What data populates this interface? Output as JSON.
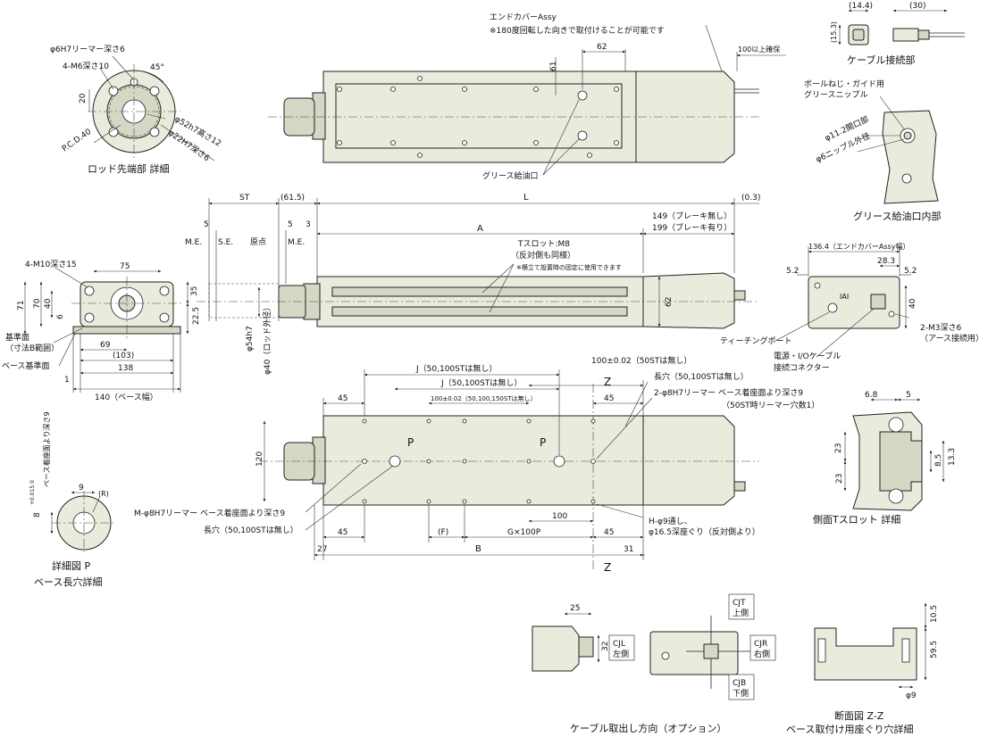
{
  "rod_detail": {
    "l1": "φ6H7リーマー深さ6",
    "l2": "4-M6深さ10",
    "l3": "45°",
    "l4": "20",
    "l5": "φ52h7高さ12",
    "l6": "φ22H7深さ6",
    "l7": "P.C.D.40",
    "title": "ロッド先端部 詳細"
  },
  "top_view": {
    "cover": "エンドカバーAssy",
    "note": "※180度回転した向きで取付けることが可能です",
    "d61": "61",
    "d62": "62",
    "d100": "100以上確保",
    "grease": "グリース給油口"
  },
  "cable_detail": {
    "d144": "(14.4)",
    "d30": "(30)",
    "d153": "(15.3)",
    "title": "ケーブル接続部"
  },
  "grease_detail": {
    "l1": "ボールねじ・ガイド用",
    "l2": "グリースニップル",
    "l3": "φ11.2開口部",
    "l4": "φ6ニップル外径",
    "title": "グリース給油口内部"
  },
  "side_view": {
    "st": "ST",
    "d615": "(61.5)",
    "L": "L",
    "d03": "(0.3)",
    "d5a": "5",
    "d5b": "5",
    "d3": "3",
    "me1": "M.E.",
    "se": "S.E.",
    "genten": "原点",
    "me2": "M.E.",
    "A": "A",
    "b149": "149（ブレーキ無し）",
    "b199": "199（ブレーキ有り）",
    "tslot1": "Tスロット:M8",
    "tslot2": "（反対側も同様）",
    "tslot3": "※横立て設置時の固定に使用できます",
    "d62": "62",
    "phi54": "φ54h7",
    "phi40": "φ40（ロッド外径）"
  },
  "front_view": {
    "m10": "4-M10深さ15",
    "d75": "75",
    "d71": "71",
    "d70": "70",
    "d40": "40",
    "d6": "6",
    "d35": "35",
    "d225": "22.5",
    "kijun1": "基準面",
    "kijun2": "（寸法B範囲）",
    "base": "ベース基準面",
    "d69": "69",
    "d103": "(103)",
    "d138": "138",
    "d1": "1",
    "d140": "140（ベース幅）"
  },
  "end_view": {
    "d1364": "136.4（エンドカバーAssy幅）",
    "d52a": "5.2",
    "d283": "28.3",
    "d52b": "5.2",
    "d40": "40",
    "m3a": "2-M3深さ6",
    "m3b": "（アース接続用）",
    "teach": "ティーチングポート",
    "pw1": "電源・I/Oケーブル",
    "pw2": "接続コネクター"
  },
  "bottom_view": {
    "d100tol": "100±0.02（50STは無し）",
    "j1": "J（50,100STは無し）",
    "j2": "J（50,100STは無し）",
    "d100b": "100±0.02（50,100,150STは無し）",
    "z1": "Z",
    "slot": "長穴（50,100STは無し）",
    "pin1": "2-φ8H7リーマー ベース着座面より深さ9",
    "pin2": "（50ST時リーマー穴数1）",
    "d45a": "45",
    "d45b": "45",
    "d120": "120",
    "p1": "P",
    "p2": "P",
    "m8": "M-φ8H7リーマー ベース着座面より深さ9",
    "slot2": "長穴（50,100STは無し）",
    "d100c": "100",
    "h9a": "H-φ9通し、",
    "h9b": "φ16.5深座ぐり（反対側より）",
    "d45c": "45",
    "F": "(F)",
    "G": "G×100P",
    "d45d": "45",
    "d27": "27",
    "B": "B",
    "d31": "31",
    "z2": "Z"
  },
  "tslot_detail": {
    "d68": "6.8",
    "d5": "5",
    "d23a": "23",
    "d23b": "23",
    "d85": "8.5",
    "d133": "13.3",
    "title": "側面Tスロット 詳細"
  },
  "p_detail": {
    "d8": "8",
    "tol": "+0.015 0",
    "depth": "ベース着座面より深さ9",
    "d9": "9",
    "R": "(R)",
    "title1": "詳細図 P",
    "title2": "ベース長穴詳細"
  },
  "cable_opt": {
    "d25": "25",
    "d32": "32",
    "cjt1": "CJT",
    "cjt2": "上側",
    "cjl1": "CJL",
    "cjl2": "左側",
    "cjr1": "CJR",
    "cjr2": "右側",
    "cjb1": "CJB",
    "cjb2": "下側",
    "title": "ケーブル取出し方向（オプション）"
  },
  "zz_detail": {
    "d105": "10.5",
    "d595": "59.5",
    "phi9": "φ9",
    "title1": "断面図 Z-Z",
    "title2": "ベース取付け用座ぐり穴詳細"
  }
}
